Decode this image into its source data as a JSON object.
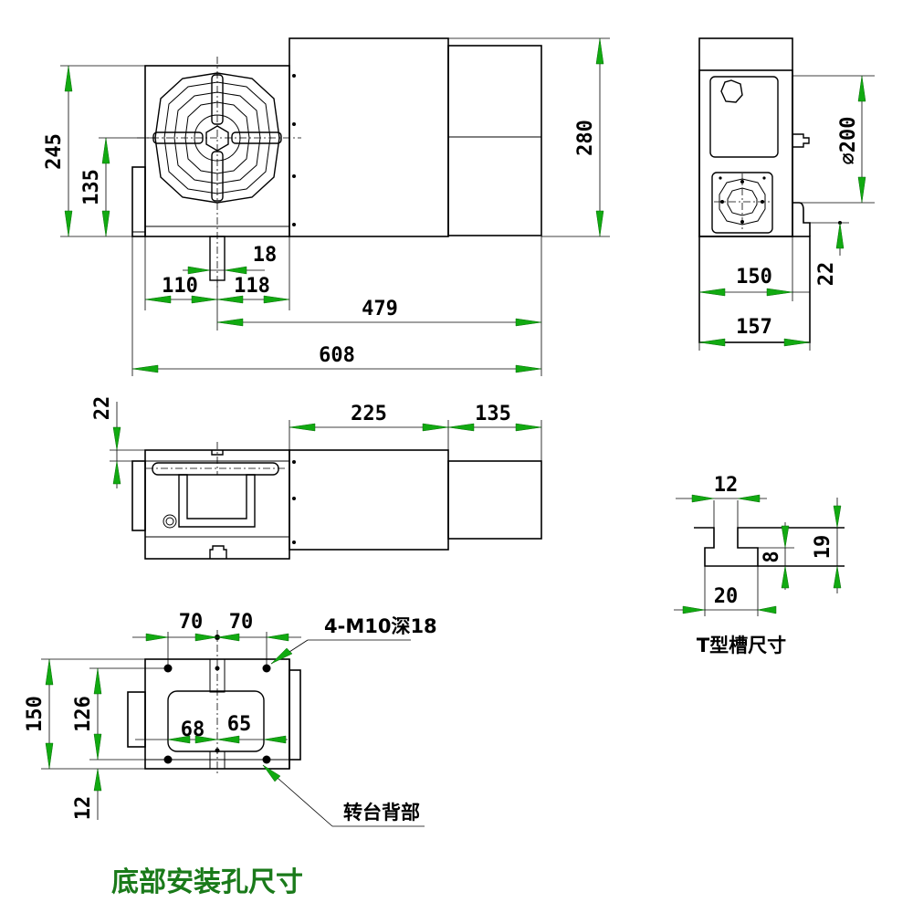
{
  "front_view": {
    "dims": {
      "d245": "245",
      "d135": "135",
      "d280": "280",
      "d18": "18",
      "d110": "110",
      "d118": "118",
      "d479": "479",
      "d608": "608"
    }
  },
  "side_view": {
    "dims": {
      "d200": "⌀200",
      "d150": "150",
      "d157": "157",
      "d22": "22"
    }
  },
  "top_view": {
    "dims": {
      "d22": "22",
      "d225": "225",
      "d135": "135"
    }
  },
  "tslot": {
    "dims": {
      "d12": "12",
      "d19": "19",
      "d8": "8",
      "d20": "20"
    },
    "caption": "T型槽尺寸"
  },
  "bottom_view": {
    "dims": {
      "d70a": "70",
      "d70b": "70",
      "d150": "150",
      "d126": "126",
      "d68": "68",
      "d65": "65",
      "d12": "12"
    },
    "note_thread": "4-M10深18",
    "note_back": "转台背部",
    "caption": "底部安装孔尺寸"
  }
}
